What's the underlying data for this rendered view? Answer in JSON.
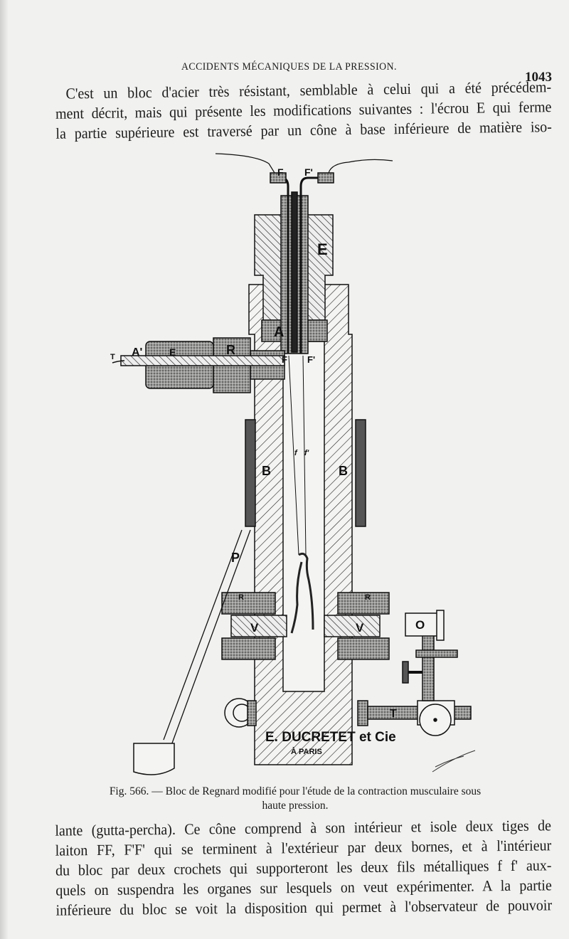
{
  "header": {
    "running_title": "ACCIDENTS MÉCANIQUES DE LA PRESSION.",
    "page_number": "1043"
  },
  "paragraph_top": {
    "lines": [
      "C'est un bloc d'acier très résistant, semblable à celui qui a été précédem-",
      "ment décrit, mais qui présente les modifications suivantes : l'écrou E qui ferme",
      "la partie supérieure est traversé par un cône à base inférieure de matière iso-"
    ]
  },
  "figure": {
    "labels": {
      "F_top": "F",
      "F_prime_top": "F'",
      "E": "E",
      "A": "A",
      "A_prime": "A'",
      "E_side": "E",
      "R": "R",
      "T_tube": "T",
      "F_low": "F",
      "F_prime_low": "F'",
      "f": "f",
      "f_prime": "f'",
      "B_left": "B",
      "B_right": "B",
      "P": "P",
      "R_left": "R",
      "R_right": "R",
      "V_left": "V",
      "V_right": "V",
      "O": "O",
      "T_rod": "T"
    },
    "maker": {
      "name": "E. DUCRETET et Cie",
      "city": "À PARIS"
    },
    "engraver_signature": "E. Ducretet"
  },
  "caption": {
    "line1": "Fig. 566. — Bloc de Regnard modifié pour l'étude de la contraction musculaire sous",
    "line2": "haute pression."
  },
  "paragraph_bottom": {
    "lines": [
      "lante (gutta-percha). Ce cône comprend à son intérieur et isole deux tiges de",
      "laiton FF, F'F' qui se terminent à l'extérieur par deux bornes, et à l'intérieur",
      "du bloc par deux crochets qui supporteront les deux fils métalliques f f' aux-",
      "quels on suspendra les organes sur lesquels on veut expérimenter. A la partie",
      "inférieure du bloc se voit la disposition qui permet à l'observateur de pouvoir"
    ]
  }
}
